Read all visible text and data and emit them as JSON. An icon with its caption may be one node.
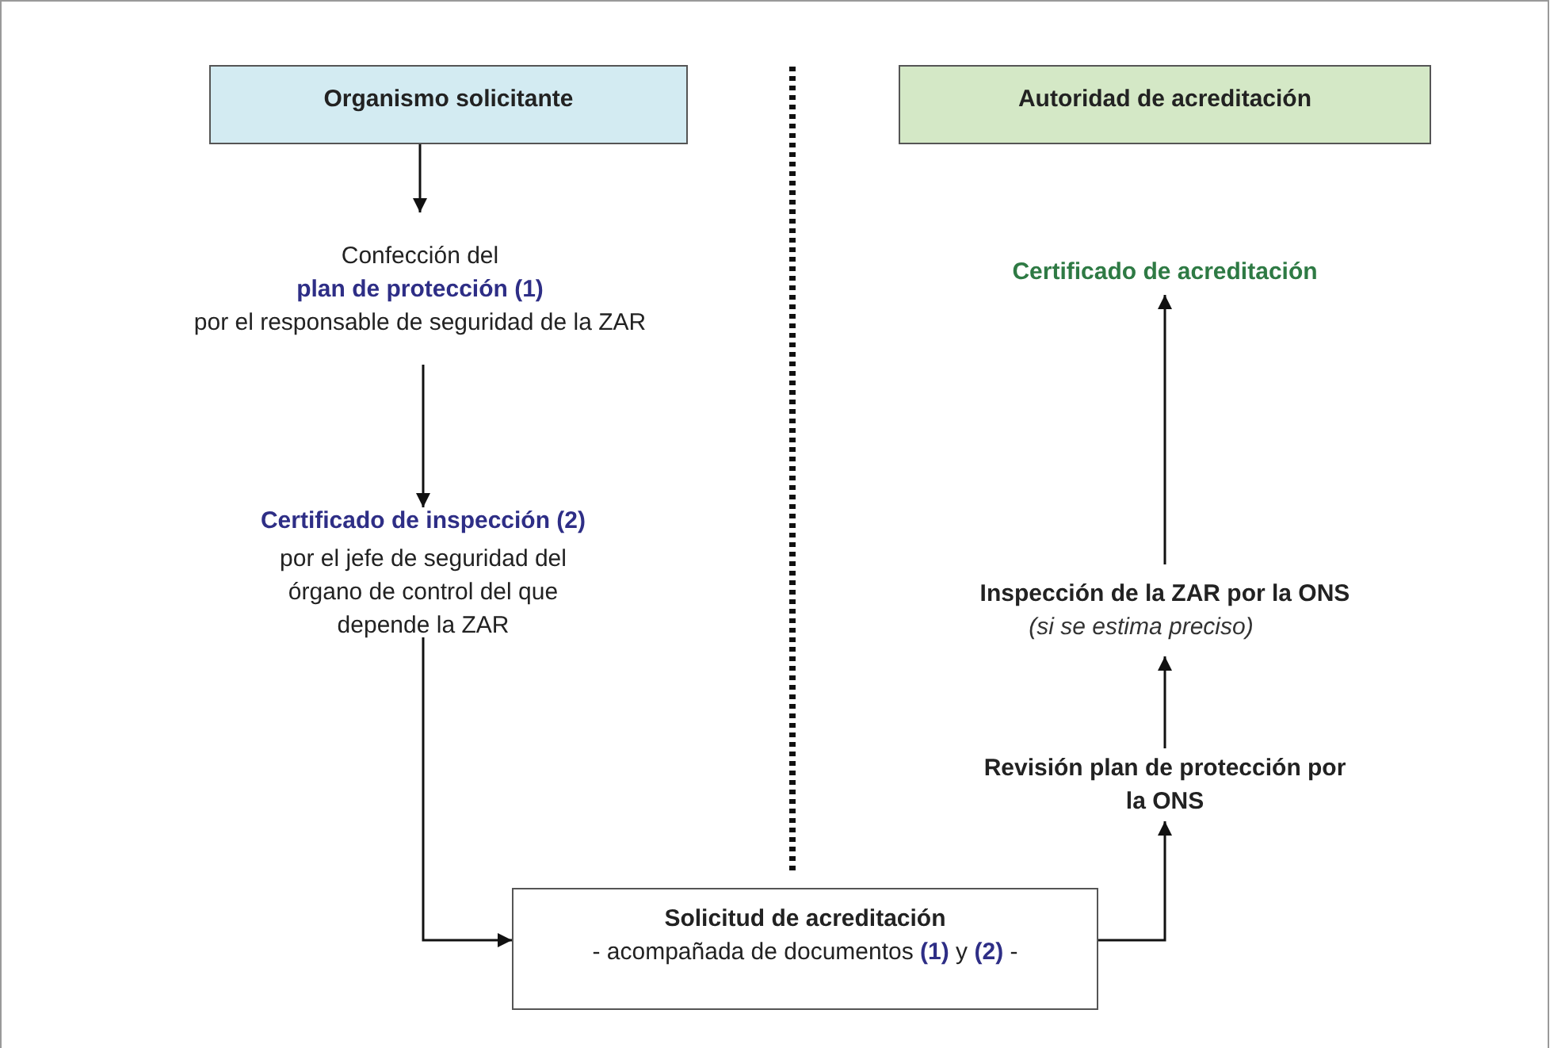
{
  "diagram": {
    "nodes": [
      {
        "text": [
          "Organismo solicitante"
        ]
      },
      {
        "text": [
          "Confección del **plan de protección (1)** por el responsable de seguridad de la ZAR"
        ]
      },
      {
        "text": [
          "Certificado de inspección (2)",
          "por el jefe de seguridad del órgano de control del que depende la ZAR"
        ]
      },
      {
        "text": [
          "Solicitud de acreditación",
          "- acompañada de documentos **(1)** y **(2)** -"
        ]
      },
      {
        "text": [
          "Revisión plan de protección por la ONS"
        ]
      },
      {
        "text": [
          "Inspección de la ZAR por la ONS",
          "(si se estima preciso)"
        ]
      },
      {
        "text": [
          "Certificado de acreditación"
        ]
      },
      {
        "text": [
          "Autoridad de acreditación"
        ]
      }
    ],
    "edges": [
      {
        "from": 0,
        "to": 1,
        "arrow": "to"
      },
      {
        "from": 1,
        "to": 2,
        "arrow": "to"
      },
      {
        "from": 2,
        "to": 3,
        "arrow": "to"
      },
      {
        "from": 3,
        "to": 4,
        "arrow": "to"
      },
      {
        "from": 4,
        "to": 5,
        "arrow": "to"
      },
      {
        "from": 5,
        "to": 6,
        "arrow": "to"
      }
    ]
  }
}
